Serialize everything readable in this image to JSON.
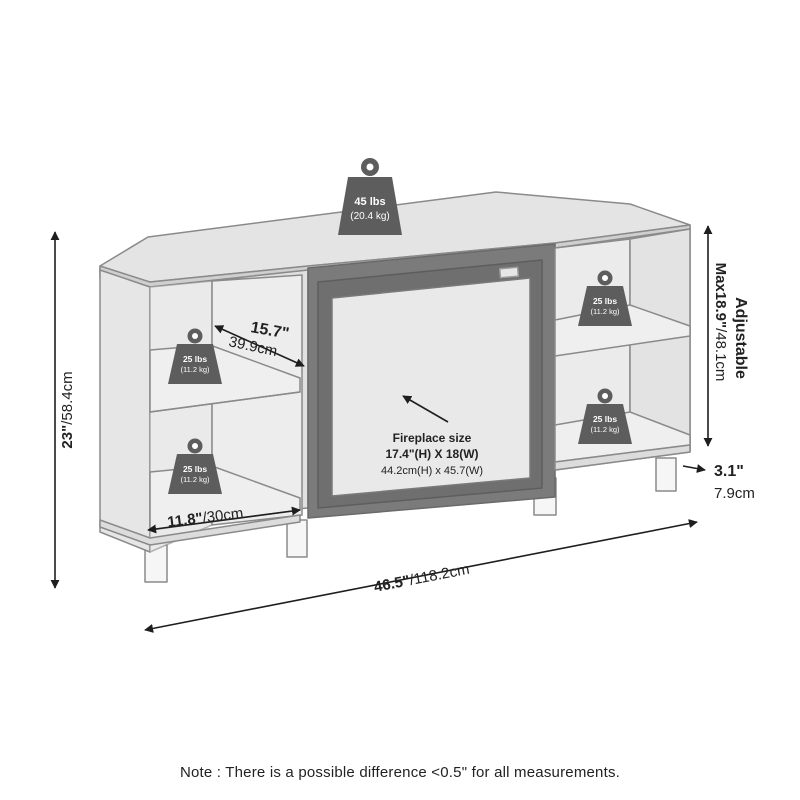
{
  "top_weight": {
    "main": "45 lbs",
    "sub": "(20.4 kg)"
  },
  "shelf_weight": {
    "main": "25 lbs",
    "sub": "(11.2 kg)"
  },
  "height": {
    "imperial": "23\"",
    "metric": "/58.4cm"
  },
  "shelf_depth": {
    "imperial": "15.7\"",
    "metric": "39.9cm"
  },
  "adjustable": {
    "title": "Adjustable",
    "label": "Max18.9\"",
    "metric": "/48.1cm"
  },
  "leg_height": {
    "imperial": "3.1\"",
    "metric": "7.9cm"
  },
  "fireplace": {
    "title": "Fireplace size",
    "imperial": "17.4\"(H) X 18(W)",
    "metric": "44.2cm(H) x 45.7(W)"
  },
  "shelf_width": {
    "imperial": "11.8\"",
    "metric": "/30cm"
  },
  "total_width": {
    "imperial": "46.5\"",
    "metric": "/118.2cm"
  },
  "note": "Note : There is a possible difference <0.5\" for all measurements.",
  "colors": {
    "panel": "#e8e8e8",
    "edge": "#8a8a8a",
    "dark": "#6f6f6f",
    "weight_icon": "#5d5d5d",
    "arrow": "#1e1e1e"
  }
}
